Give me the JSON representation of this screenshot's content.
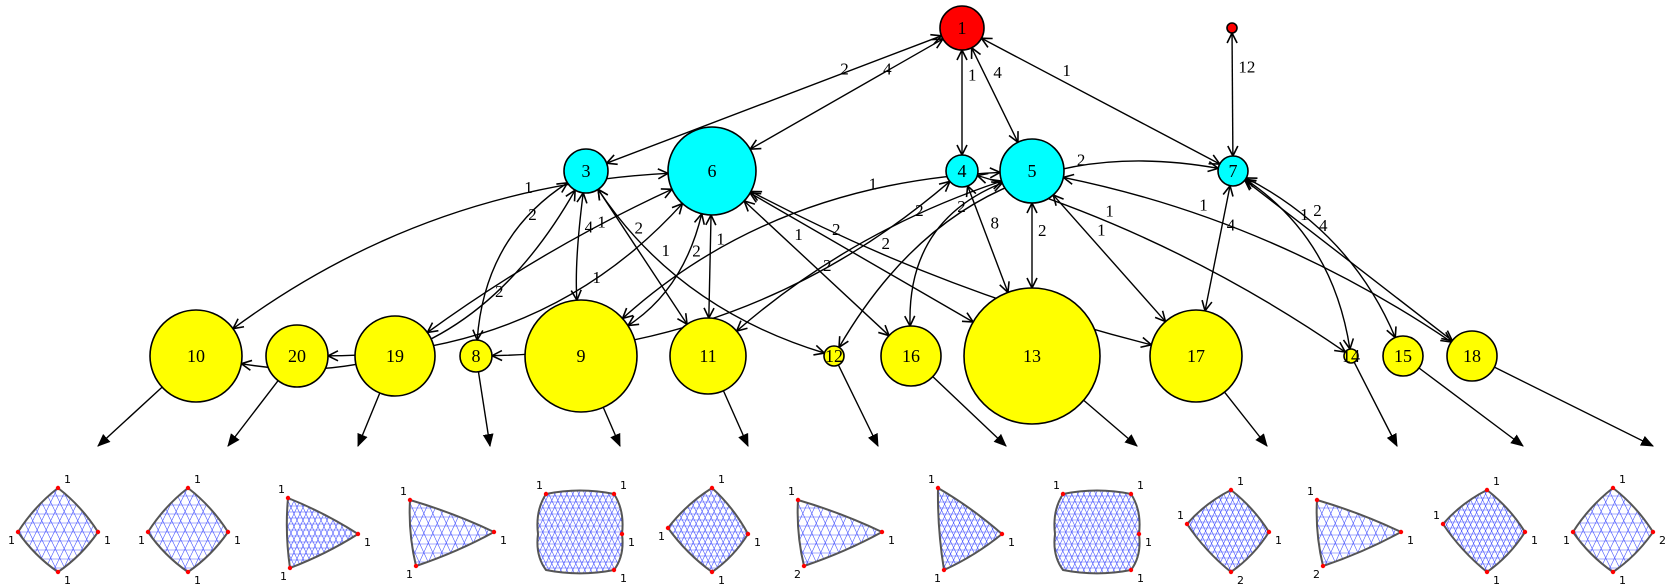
{
  "colors": {
    "root": "#ff0000",
    "level1": "#00ffff",
    "leaf": "#ffff00",
    "mesh": "#2b3bff",
    "corner": "#ff0000"
  },
  "nodes": [
    {
      "id": "1",
      "label": "1",
      "level": "root"
    },
    {
      "id": "top",
      "label": "",
      "level": "root"
    },
    {
      "id": "3",
      "label": "3",
      "level": "level1"
    },
    {
      "id": "6",
      "label": "6",
      "level": "level1"
    },
    {
      "id": "4",
      "label": "4",
      "level": "level1"
    },
    {
      "id": "5",
      "label": "5",
      "level": "level1"
    },
    {
      "id": "7",
      "label": "7",
      "level": "level1"
    },
    {
      "id": "10",
      "label": "10",
      "level": "leaf"
    },
    {
      "id": "20",
      "label": "20",
      "level": "leaf"
    },
    {
      "id": "19",
      "label": "19",
      "level": "leaf"
    },
    {
      "id": "8",
      "label": "8",
      "level": "leaf"
    },
    {
      "id": "9",
      "label": "9",
      "level": "leaf"
    },
    {
      "id": "11",
      "label": "11",
      "level": "leaf"
    },
    {
      "id": "12",
      "label": "12",
      "level": "leaf"
    },
    {
      "id": "16",
      "label": "16",
      "level": "leaf"
    },
    {
      "id": "13",
      "label": "13",
      "level": "leaf"
    },
    {
      "id": "17",
      "label": "17",
      "level": "leaf"
    },
    {
      "id": "14",
      "label": "14",
      "level": "leaf"
    },
    {
      "id": "15",
      "label": "15",
      "level": "leaf"
    },
    {
      "id": "18",
      "label": "18",
      "level": "leaf"
    }
  ],
  "edges": [
    {
      "from": "1",
      "to": "3",
      "label": "2"
    },
    {
      "from": "1",
      "to": "6",
      "label": "4"
    },
    {
      "from": "1",
      "to": "4",
      "label": "1"
    },
    {
      "from": "1",
      "to": "5",
      "label": "4"
    },
    {
      "from": "1",
      "to": "7",
      "label": "1"
    },
    {
      "from": "top",
      "to": "7",
      "label": "12"
    },
    {
      "from": "3",
      "to": "10",
      "label": "2"
    },
    {
      "from": "3",
      "to": "8",
      "label": "2"
    },
    {
      "from": "3",
      "to": "9",
      "label": "4"
    },
    {
      "from": "3",
      "to": "11",
      "label": "2"
    },
    {
      "from": "3",
      "to": "12",
      "label": "1"
    },
    {
      "from": "6",
      "to": "10",
      "label": "1"
    },
    {
      "from": "6",
      "to": "20",
      "label": "1"
    },
    {
      "from": "6",
      "to": "19",
      "label": "1"
    },
    {
      "from": "6",
      "to": "9",
      "label": "2"
    },
    {
      "from": "6",
      "to": "11",
      "label": "1"
    },
    {
      "from": "6",
      "to": "16",
      "label": "1"
    },
    {
      "from": "6",
      "to": "13",
      "label": "2"
    },
    {
      "from": "6",
      "to": "17",
      "label": "2"
    },
    {
      "from": "4",
      "to": "8",
      "label": "2"
    },
    {
      "from": "4",
      "to": "13",
      "label": "8"
    },
    {
      "from": "4",
      "to": "14",
      "label": "1"
    },
    {
      "from": "5",
      "to": "9",
      "label": "1"
    },
    {
      "from": "5",
      "to": "11",
      "label": "2"
    },
    {
      "from": "5",
      "to": "16",
      "label": "2"
    },
    {
      "from": "5",
      "to": "13",
      "label": "2"
    },
    {
      "from": "5",
      "to": "17",
      "label": "1"
    },
    {
      "from": "5",
      "to": "18",
      "label": "1"
    },
    {
      "from": "7",
      "to": "12",
      "label": "2"
    },
    {
      "from": "7",
      "to": "17",
      "label": "4"
    },
    {
      "from": "7",
      "to": "15",
      "label": "2"
    },
    {
      "from": "7",
      "to": "14",
      "label": "1"
    },
    {
      "from": "7",
      "to": "18",
      "label": "4"
    }
  ],
  "meshes": [
    {
      "node": "10",
      "shape": "quad",
      "corners": [
        "1",
        "1",
        "1",
        "1"
      ]
    },
    {
      "node": "20",
      "shape": "quad",
      "corners": [
        "1",
        "1",
        "1",
        "1"
      ]
    },
    {
      "node": "19",
      "shape": "tri-left",
      "corners": [
        "1",
        "1",
        "1"
      ]
    },
    {
      "node": "8",
      "shape": "tri",
      "corners": [
        "1",
        "1",
        "1"
      ]
    },
    {
      "node": "9",
      "shape": "hex",
      "corners": [
        "1",
        "1",
        "1",
        "1"
      ]
    },
    {
      "node": "11",
      "shape": "quad-tilt",
      "corners": [
        "1",
        "1",
        "1",
        "1"
      ]
    },
    {
      "node": "12",
      "shape": "tri",
      "corners": [
        "1",
        "1",
        "2"
      ]
    },
    {
      "node": "16",
      "shape": "tri-tall",
      "corners": [
        "1",
        "1",
        "1"
      ]
    },
    {
      "node": "13",
      "shape": "hex",
      "corners": [
        "1",
        "1",
        "1",
        "1"
      ]
    },
    {
      "node": "17",
      "shape": "quad-round",
      "corners": [
        "1",
        "1",
        "2",
        "1"
      ]
    },
    {
      "node": "14",
      "shape": "tri",
      "corners": [
        "1",
        "1",
        "2"
      ]
    },
    {
      "node": "15",
      "shape": "quad-round",
      "corners": [
        "1",
        "1",
        "1",
        "1"
      ]
    },
    {
      "node": "18",
      "shape": "quad",
      "corners": [
        "1",
        "2",
        "1",
        "1"
      ]
    }
  ]
}
